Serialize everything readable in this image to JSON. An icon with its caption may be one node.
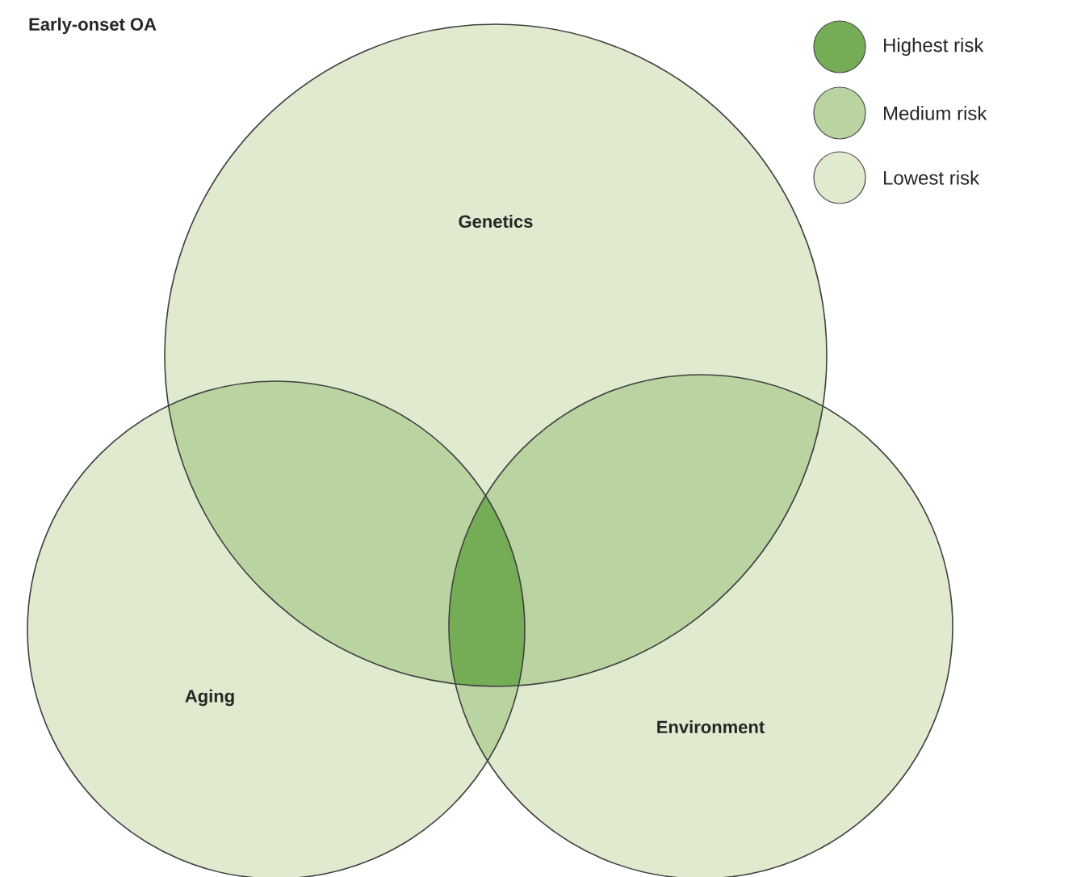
{
  "diagram": {
    "title": "Early-onset OA",
    "nodes": [
      {
        "text": [
          "Genetics"
        ]
      },
      {
        "text": [
          "Aging"
        ]
      },
      {
        "text": [
          "Environment"
        ]
      }
    ],
    "legend": [
      {
        "text": "Highest risk",
        "color": "#74ad55"
      },
      {
        "text": "Medium risk",
        "color": "#b9d4a1"
      },
      {
        "text": "Lowest risk",
        "color": "#dfeacf"
      }
    ]
  }
}
